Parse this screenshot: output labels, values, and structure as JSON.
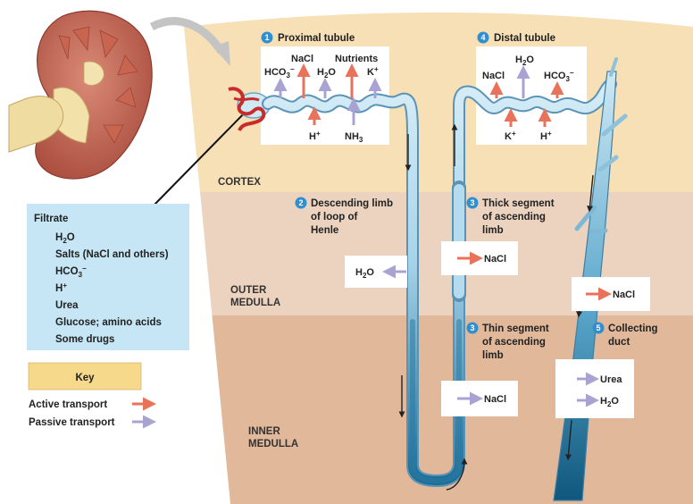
{
  "zones": {
    "cortex": "CORTEX",
    "outer_medulla_1": "OUTER",
    "outer_medulla_2": "MEDULLA",
    "inner_medulla_1": "INNER",
    "inner_medulla_2": "MEDULLA"
  },
  "segments": {
    "s1": {
      "num": "1",
      "label": "Proximal tubule"
    },
    "s2": {
      "num": "2",
      "line1": "Descending limb",
      "line2": "of loop of",
      "line3": "Henle"
    },
    "s3a": {
      "num": "3",
      "line1": "Thick segment",
      "line2": "of ascending",
      "line3": "limb"
    },
    "s3b": {
      "num": "3",
      "line1": "Thin segment",
      "line2": "of ascending",
      "line3": "limb"
    },
    "s4": {
      "num": "4",
      "label": "Distal tubule"
    },
    "s5": {
      "num": "5",
      "line1": "Collecting",
      "line2": "duct"
    }
  },
  "proximal": {
    "top": [
      "HCO3−",
      "NaCl",
      "H2O",
      "Nutrients",
      "K+"
    ],
    "bottom": [
      "H+",
      "NH3"
    ]
  },
  "distal": {
    "top": [
      "NaCl",
      "H2O",
      "HCO3−"
    ],
    "bottom": [
      "K+",
      "H+"
    ]
  },
  "boxes": {
    "descending_h2o": "H2O",
    "thick_nacl": "NaCl",
    "outer_cd_nacl": "NaCl",
    "thin_nacl": "NaCl",
    "cd_urea": "Urea",
    "cd_h2o": "H2O"
  },
  "filtrate": {
    "title": "Filtrate",
    "items": [
      "H2O",
      "Salts (NaCl and others)",
      "HCO3−",
      "H+",
      "Urea",
      "Glucose; amino acids",
      "Some drugs"
    ]
  },
  "key": {
    "title": "Key",
    "active": "Active transport",
    "passive": "Passive transport"
  },
  "colors": {
    "active": "#e8735a",
    "passive": "#a9a3d4",
    "cortex": "#f7dfb6",
    "outer": "#ecd3bf",
    "inner": "#e2b89a",
    "filtrate_bg": "#c6e6f5",
    "key_bg": "#f7d98c",
    "tubule_light": "#cfe9f5",
    "tubule_dark": "#1a6f98"
  }
}
